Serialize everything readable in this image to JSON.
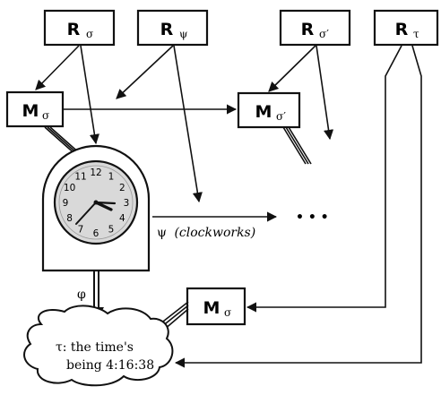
{
  "nodes": {
    "r_sigma": {
      "main": "R",
      "sub": "σ"
    },
    "r_psi": {
      "main": "R",
      "sub": "ψ"
    },
    "r_sigma_prime": {
      "main": "R",
      "sub": "σ′"
    },
    "r_tau": {
      "main": "R",
      "sub": "τ"
    },
    "m_sigma_top": {
      "main": "M",
      "sub": "σ"
    },
    "m_sigma_prime": {
      "main": "M",
      "sub": "σ′"
    },
    "m_sigma_bottom": {
      "main": "M",
      "sub": "σ"
    }
  },
  "clock": {
    "numbers": [
      "12",
      "1",
      "2",
      "3",
      "4",
      "5",
      "6",
      "7",
      "8",
      "9",
      "10",
      "11"
    ],
    "time": "4:16:38"
  },
  "labels": {
    "phi": "φ",
    "psi_symbol": "ψ",
    "psi_text": "(clockworks)",
    "ellipsis": "• • •",
    "cloud_line1": "τ: the time's",
    "cloud_line2": "being 4:16:38"
  },
  "colors": {
    "ink": "#111111",
    "clock_face": "#d9d9d9",
    "background": "#ffffff"
  }
}
